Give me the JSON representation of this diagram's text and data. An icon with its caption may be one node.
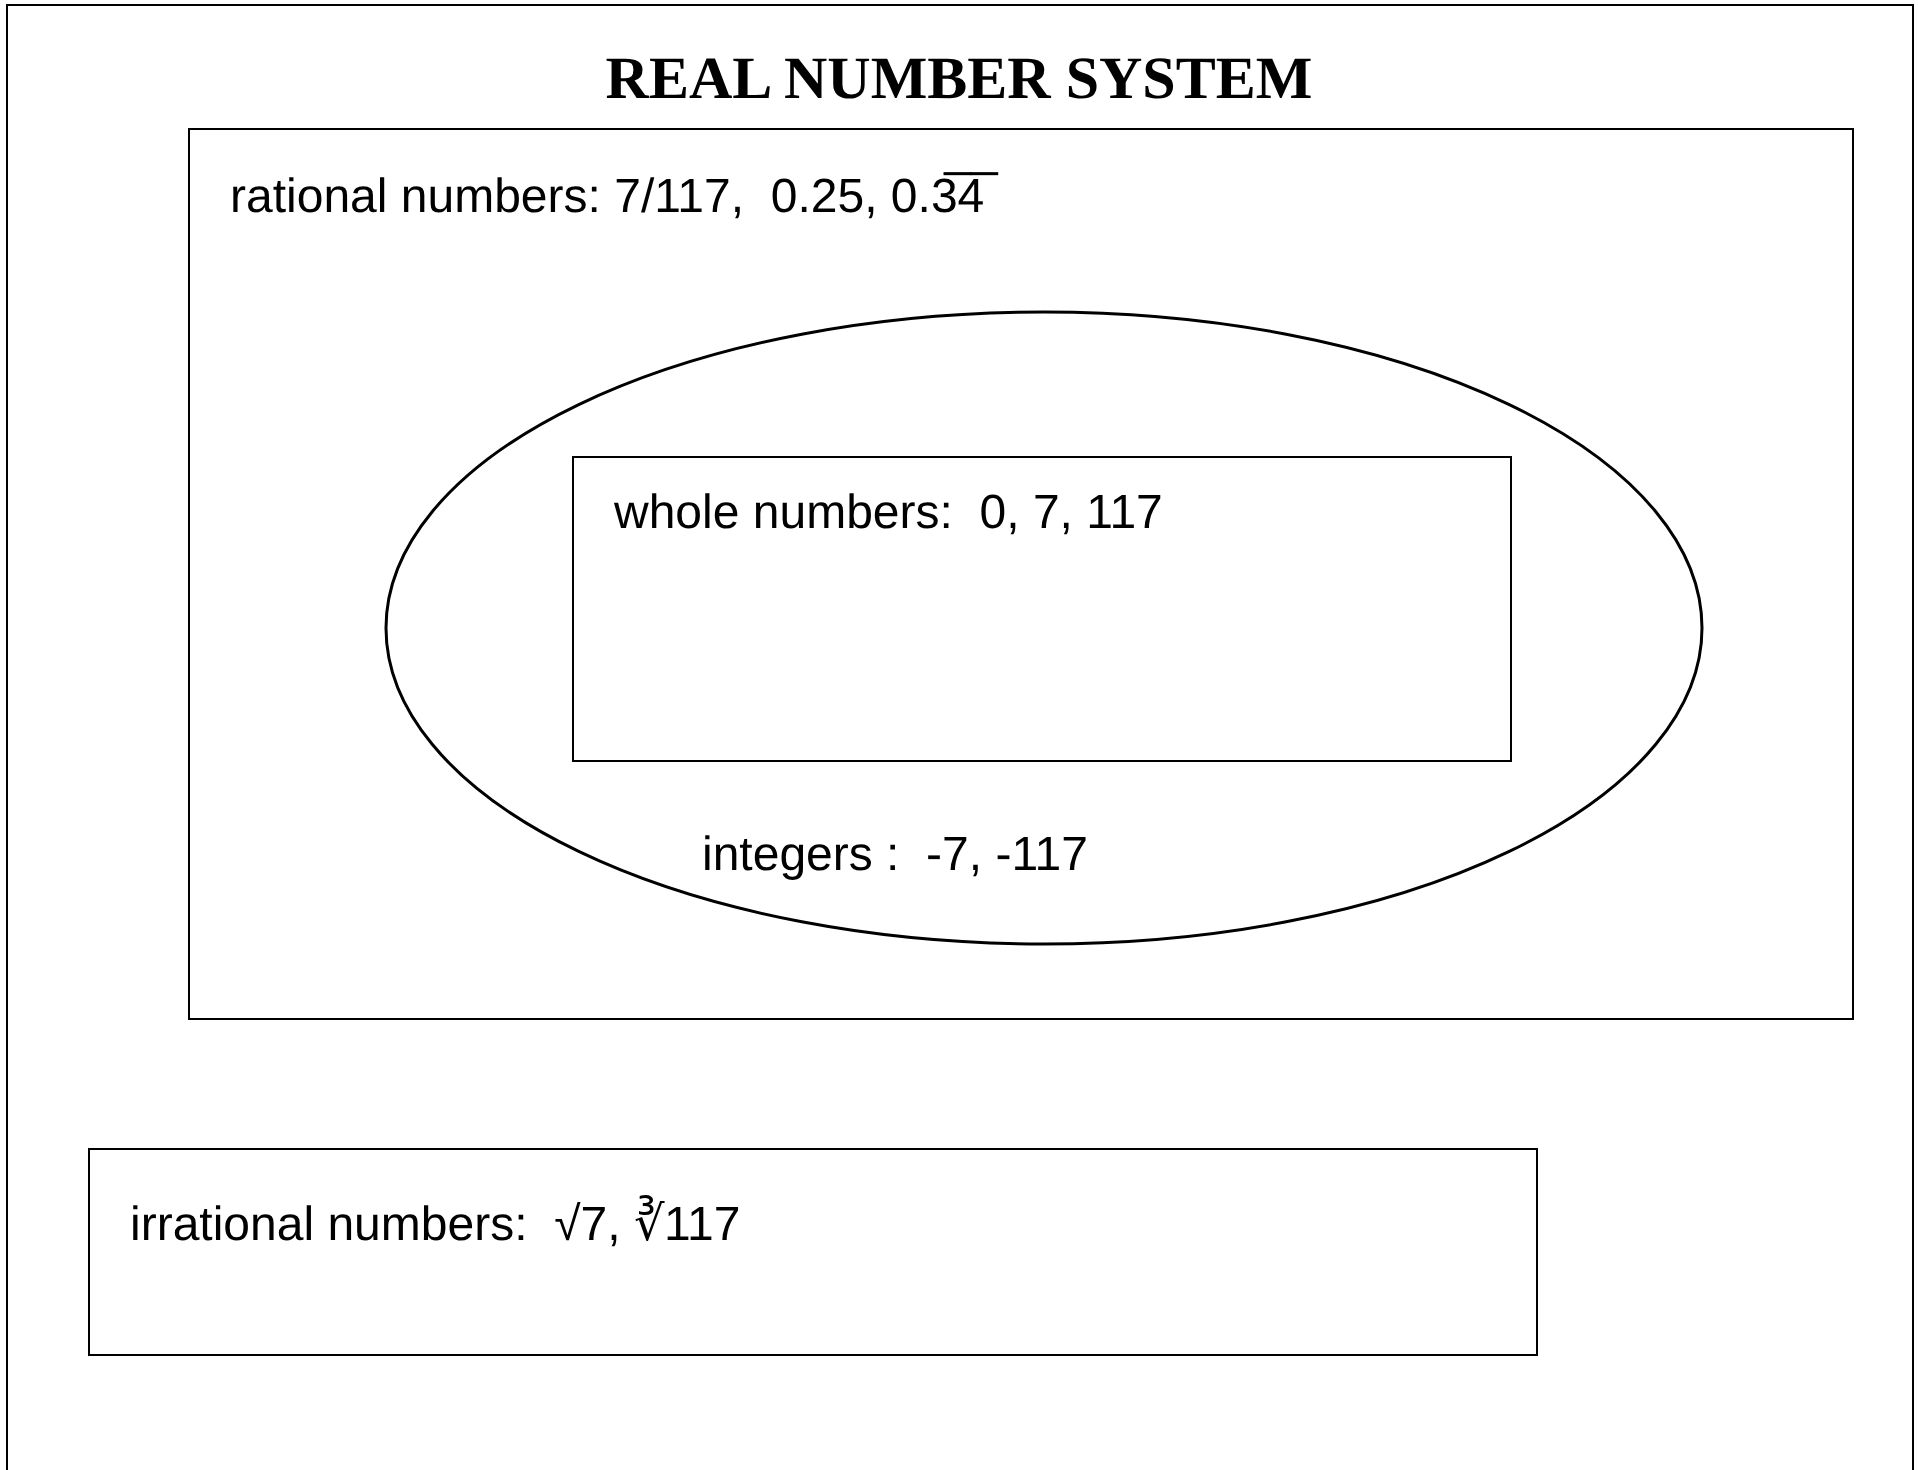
{
  "diagram": {
    "title": "REAL NUMBER SYSTEM",
    "nodes": [
      {
        "text": [],
        "shape": "box"
      },
      {
        "text": [
          "rational numbers: 7/117,  0.25, 0.3̅4̅"
        ],
        "in": 0
      },
      {
        "text": [
          "integers :  -7, -117"
        ],
        "in": 1
      },
      {
        "text": [
          "whole numbers:  0, 7, 117"
        ],
        "in": 2
      },
      {
        "text": [
          "irrational numbers:  √7, ∛117"
        ],
        "in": 0
      }
    ]
  }
}
